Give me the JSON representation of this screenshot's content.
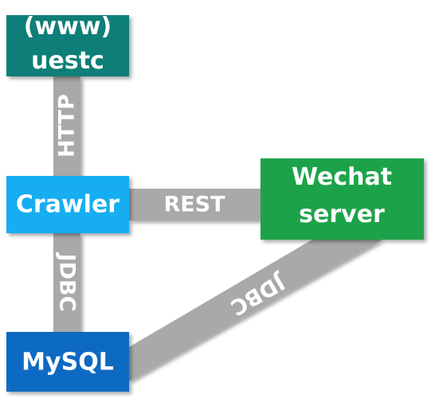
{
  "nodes": {
    "uestc": {
      "line1": "(www)",
      "line2": "uestc",
      "color": "#0f7f78"
    },
    "crawler": {
      "label": "Crawler",
      "color": "#14aef0"
    },
    "wechat": {
      "line1": "Wechat",
      "line2": "server",
      "color": "#1aa34a"
    },
    "mysql": {
      "label": "MySQL",
      "color": "#0a6bc2"
    }
  },
  "edges": {
    "uestc_crawler": {
      "label": "HTTP"
    },
    "crawler_wechat": {
      "label": "REST"
    },
    "crawler_mysql": {
      "label": "JDBC"
    },
    "wechat_mysql": {
      "label": "JDBC"
    }
  },
  "colors": {
    "connector": "#a9a9a9",
    "shadow": "#c8c8c8"
  }
}
